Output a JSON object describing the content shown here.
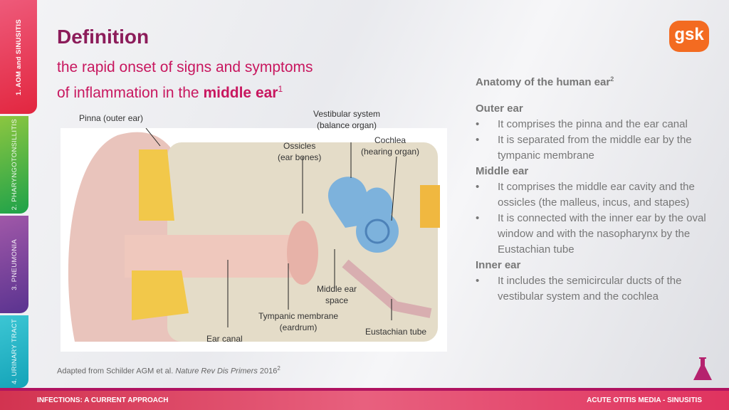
{
  "tabs": [
    "1. AOM and SINUSITIS",
    "2. PHARYNGOTONSILLITIS",
    "3. PNEUMONIA",
    "4. URINARY TRACT"
  ],
  "title": "Definition",
  "subtitle": {
    "line1": "the rapid onset of signs and symptoms",
    "line2_pre": "of inflammation in the ",
    "line2_bold": "middle ear",
    "sup": "1"
  },
  "logo": "gsk",
  "figure": {
    "labels": {
      "pinna": "Pinna (outer ear)",
      "vestibular": "Vestibular system",
      "vestibular2": "(balance organ)",
      "ossicles": "Ossicles",
      "ossicles2": "(ear bones)",
      "cochlea": "Cochlea",
      "cochlea2": "(hearing organ)",
      "middle": "Middle ear",
      "middle2": "space",
      "tympanic": "Tympanic membrane",
      "tympanic2": "(eardrum)",
      "canal": "Ear canal",
      "eustachian": "Eustachian tube"
    }
  },
  "right": {
    "heading": "Anatomy of the human ear",
    "heading_sup": "2",
    "sections": [
      {
        "title": "Outer ear",
        "items": [
          "It comprises the pinna and the ear canal",
          "It is separated from the middle ear by the tympanic membrane"
        ]
      },
      {
        "title": "Middle ear",
        "items": [
          "It comprises the middle ear cavity and the ossicles (the malleus, incus, and stapes)",
          "It is connected with the inner ear by the oval window and with the nasopharynx by the Eustachian tube"
        ]
      },
      {
        "title": "Inner ear",
        "items": [
          "It includes the semicircular ducts of the vestibular system and the cochlea"
        ]
      }
    ]
  },
  "citation": {
    "pre": "Adapted from Schilder AGM et al. ",
    "journal": "Nature Rev Dis Primers",
    "year": " 2016",
    "sup": "2"
  },
  "footer": {
    "left": "INFECTIONS: A CURRENT APPROACH",
    "right": "ACUTE OTITIS MEDIA - SINUSITIS"
  }
}
